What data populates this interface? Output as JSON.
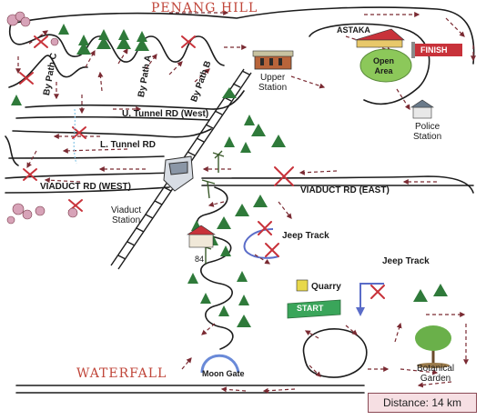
{
  "map": {
    "title": "PENANG HILL",
    "footer_title": "WATERFALL",
    "distance": "Distance: 14 km",
    "start": "START",
    "finish": "FINISH",
    "spot_height": "84"
  },
  "roads": {
    "upper_tunnel": "U. Tunnel RD (West)",
    "lower_tunnel": "L. Tunnel RD",
    "viaduct_west": "VIADUCT RD (WEST)",
    "viaduct_east": "VIADUCT RD (EAST)",
    "bypath_a": "By Path A",
    "bypath_b": "By Path B",
    "bypath_c": "By Path C",
    "jeep_track_1": "Jeep Track",
    "jeep_track_2": "Jeep Track"
  },
  "places": {
    "upper_station": [
      "Upper",
      "Station"
    ],
    "viaduct_station": [
      "Viaduct",
      "Station"
    ],
    "police_station": [
      "Police",
      "Station"
    ],
    "botanical_garden": [
      "Botanical",
      "Garden"
    ],
    "astaka": "ASTAKA",
    "open_area": [
      "Open",
      "Area"
    ],
    "quarry": "Quarry",
    "moon_gate": "Moon Gate"
  },
  "colors": {
    "road": "#1c1c1c",
    "route_arrow": "#7a2a32",
    "closed_cross": "#c8323a",
    "tree": "#2f7a3a",
    "jeep_track": "#5a6cc8",
    "start": "#3aa55a",
    "finish": "#c8323a",
    "open_area": "#8cc85a"
  }
}
